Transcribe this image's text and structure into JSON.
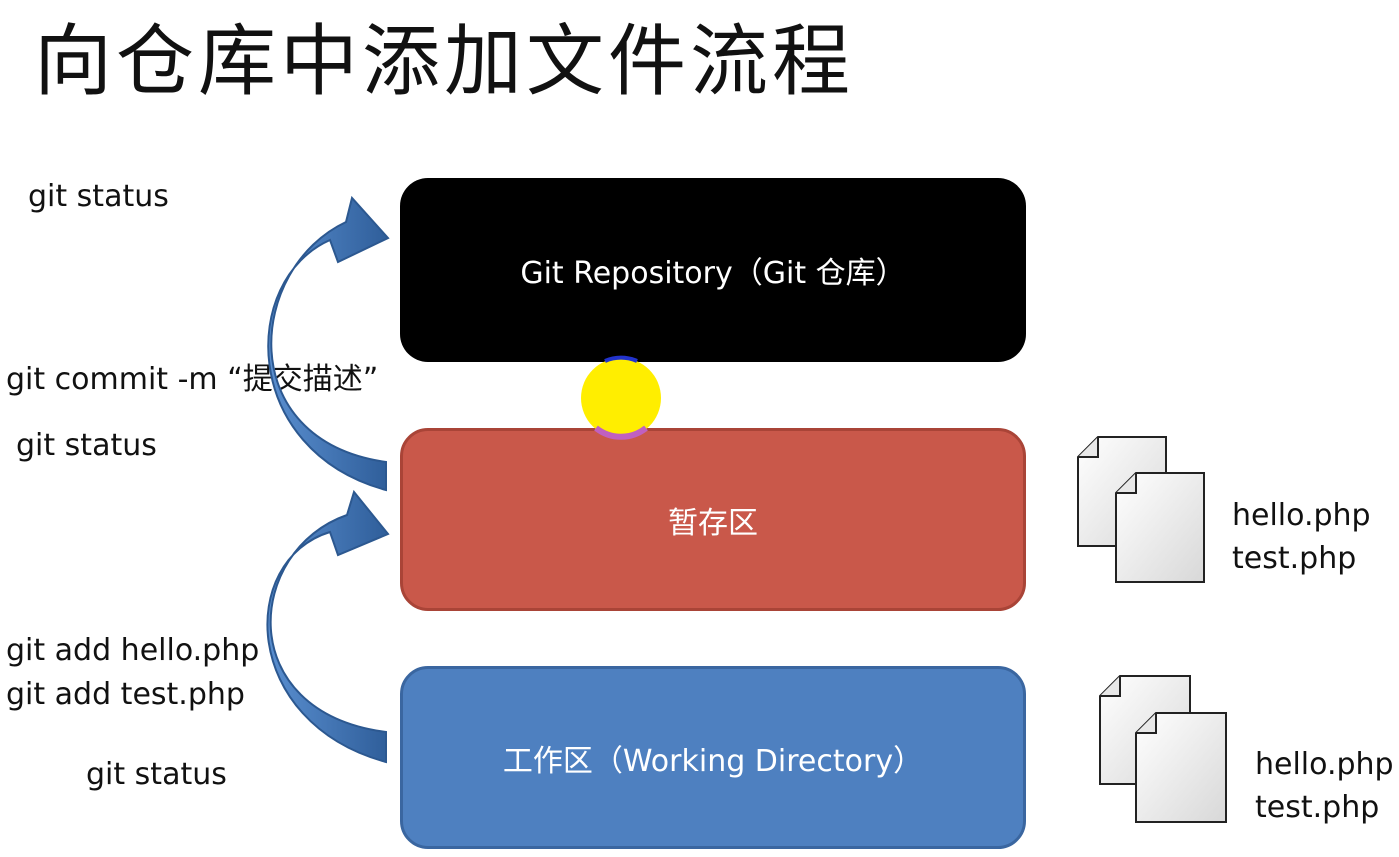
{
  "title": "向仓库中添加文件流程",
  "boxes": {
    "repository": "Git Repository（Git 仓库）",
    "staging": "暂存区",
    "working": "工作区（Working Directory）"
  },
  "commands": {
    "status_top": "git status",
    "commit": "git commit -m “提交描述”",
    "status_mid": "git status",
    "add_hello": "git add hello.php",
    "add_test": "git add test.php",
    "status_bottom": "git status"
  },
  "files": {
    "staged": [
      "hello.php",
      "test.php"
    ],
    "working": [
      "hello.php",
      "test.php"
    ]
  },
  "colors": {
    "repository": "#000000",
    "staging": "#c9584a",
    "working": "#4e80c0",
    "arrow": "#3f72b0",
    "cursor_marker": "#ffee00"
  }
}
